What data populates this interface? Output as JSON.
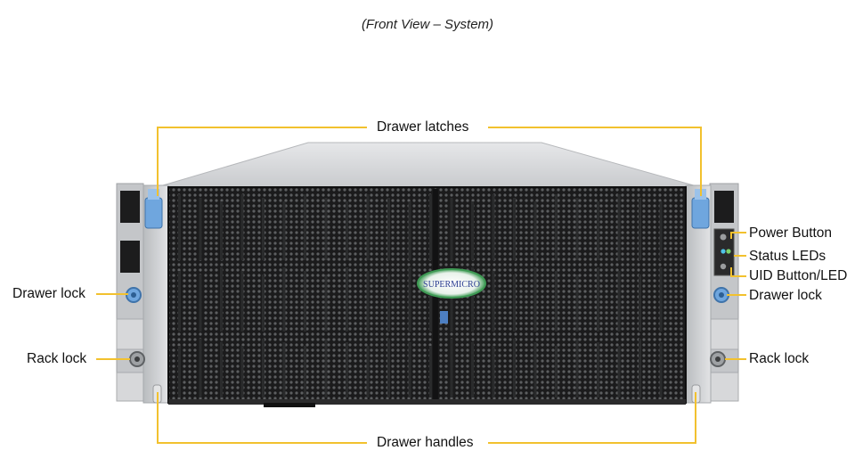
{
  "caption": "(Front View – System)",
  "labels": {
    "drawer_latches": "Drawer latches",
    "power_button": "Power Button",
    "status_leds": "Status LEDs",
    "uid_button_led": "UID Button/LED",
    "drawer_lock_left": "Drawer lock",
    "drawer_lock_right": "Drawer lock",
    "rack_lock_left": "Rack lock",
    "rack_lock_right": "Rack lock",
    "drawer_handles": "Drawer handles"
  },
  "logo_text": "SUPERMICRO",
  "colors": {
    "leader": "#f2c12e",
    "latch_blue": "#6fa6de",
    "chassis_gray": "#cfd1d4",
    "mesh_dark": "#1b1b1c",
    "logo_green": "#3e9a54"
  }
}
